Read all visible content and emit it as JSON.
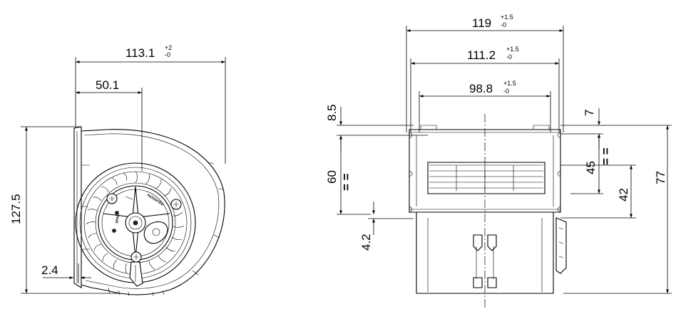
{
  "drawing": {
    "front_view": {
      "overall_width": {
        "value": "113.1",
        "tol_upper": "+2",
        "tol_lower": "-0"
      },
      "offset_width": {
        "value": "50.1"
      },
      "height": {
        "value": "127.5"
      },
      "flange": {
        "value": "2.4"
      },
      "motor_label": "PATENTED",
      "motor_brand": "SPAL"
    },
    "side_view": {
      "overall_length": {
        "value": "119",
        "tol_upper": "+1.5",
        "tol_lower": "-0"
      },
      "length_2": {
        "value": "111.2",
        "tol_upper": "+1.5",
        "tol_lower": "-0"
      },
      "length_3": {
        "value": "98.8",
        "tol_upper": "+1.5",
        "tol_lower": "-0"
      },
      "top_offset": {
        "value": "8.5"
      },
      "outlet_height": {
        "value": "60",
        "symmetry": "= ="
      },
      "bottom_offset": {
        "value": "4.2"
      },
      "top_right": {
        "value": "7"
      },
      "right_height": {
        "value": "45",
        "symmetry": "= ="
      },
      "right_lower": {
        "value": "42"
      },
      "overall_height": {
        "value": "77"
      }
    }
  }
}
